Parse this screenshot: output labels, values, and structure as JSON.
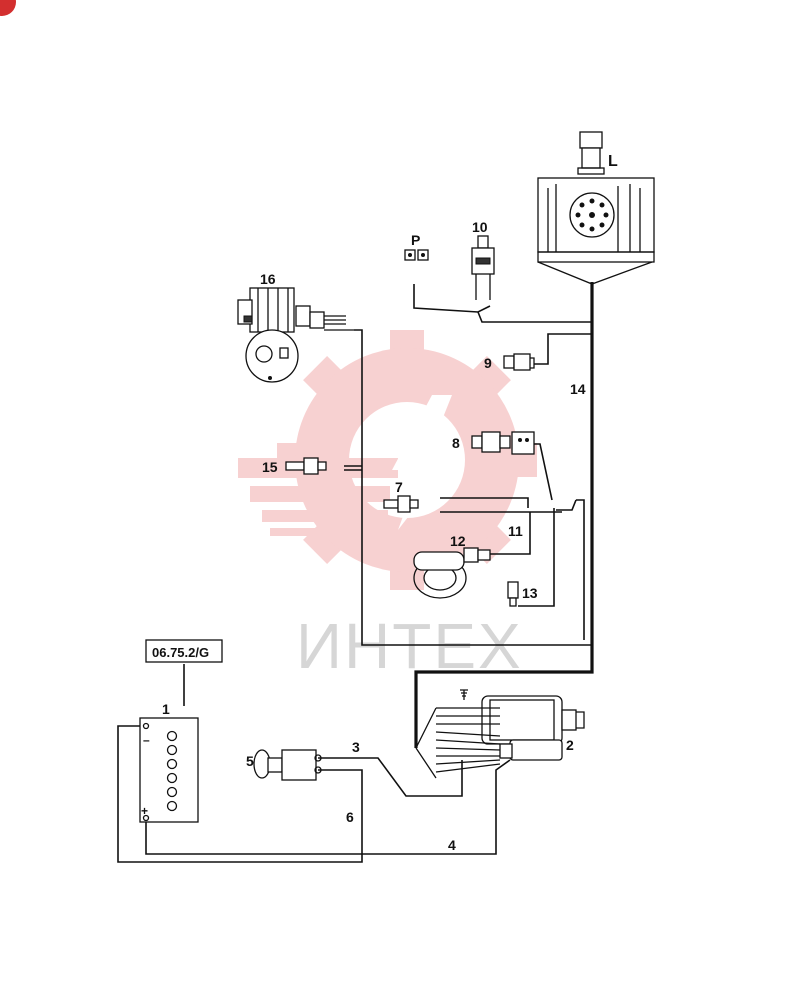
{
  "watermark": {
    "text": "ИНТЕХ",
    "color": "#ef9a9a"
  },
  "reference_box": {
    "text": "06.75.2/G"
  },
  "callouts": {
    "l": "L",
    "p": "P",
    "c1": "1",
    "c2": "2",
    "c3": "3",
    "c4": "4",
    "c5": "5",
    "c6": "6",
    "c7": "7",
    "c8": "8",
    "c9": "9",
    "c10": "10",
    "c11": "11",
    "c12": "12",
    "c13": "13",
    "c14": "14",
    "c15": "15",
    "c16": "16"
  },
  "battery_marks": {
    "minus": "–",
    "plus": "+"
  },
  "corner_badge": {
    "color": "#d32f2f"
  }
}
